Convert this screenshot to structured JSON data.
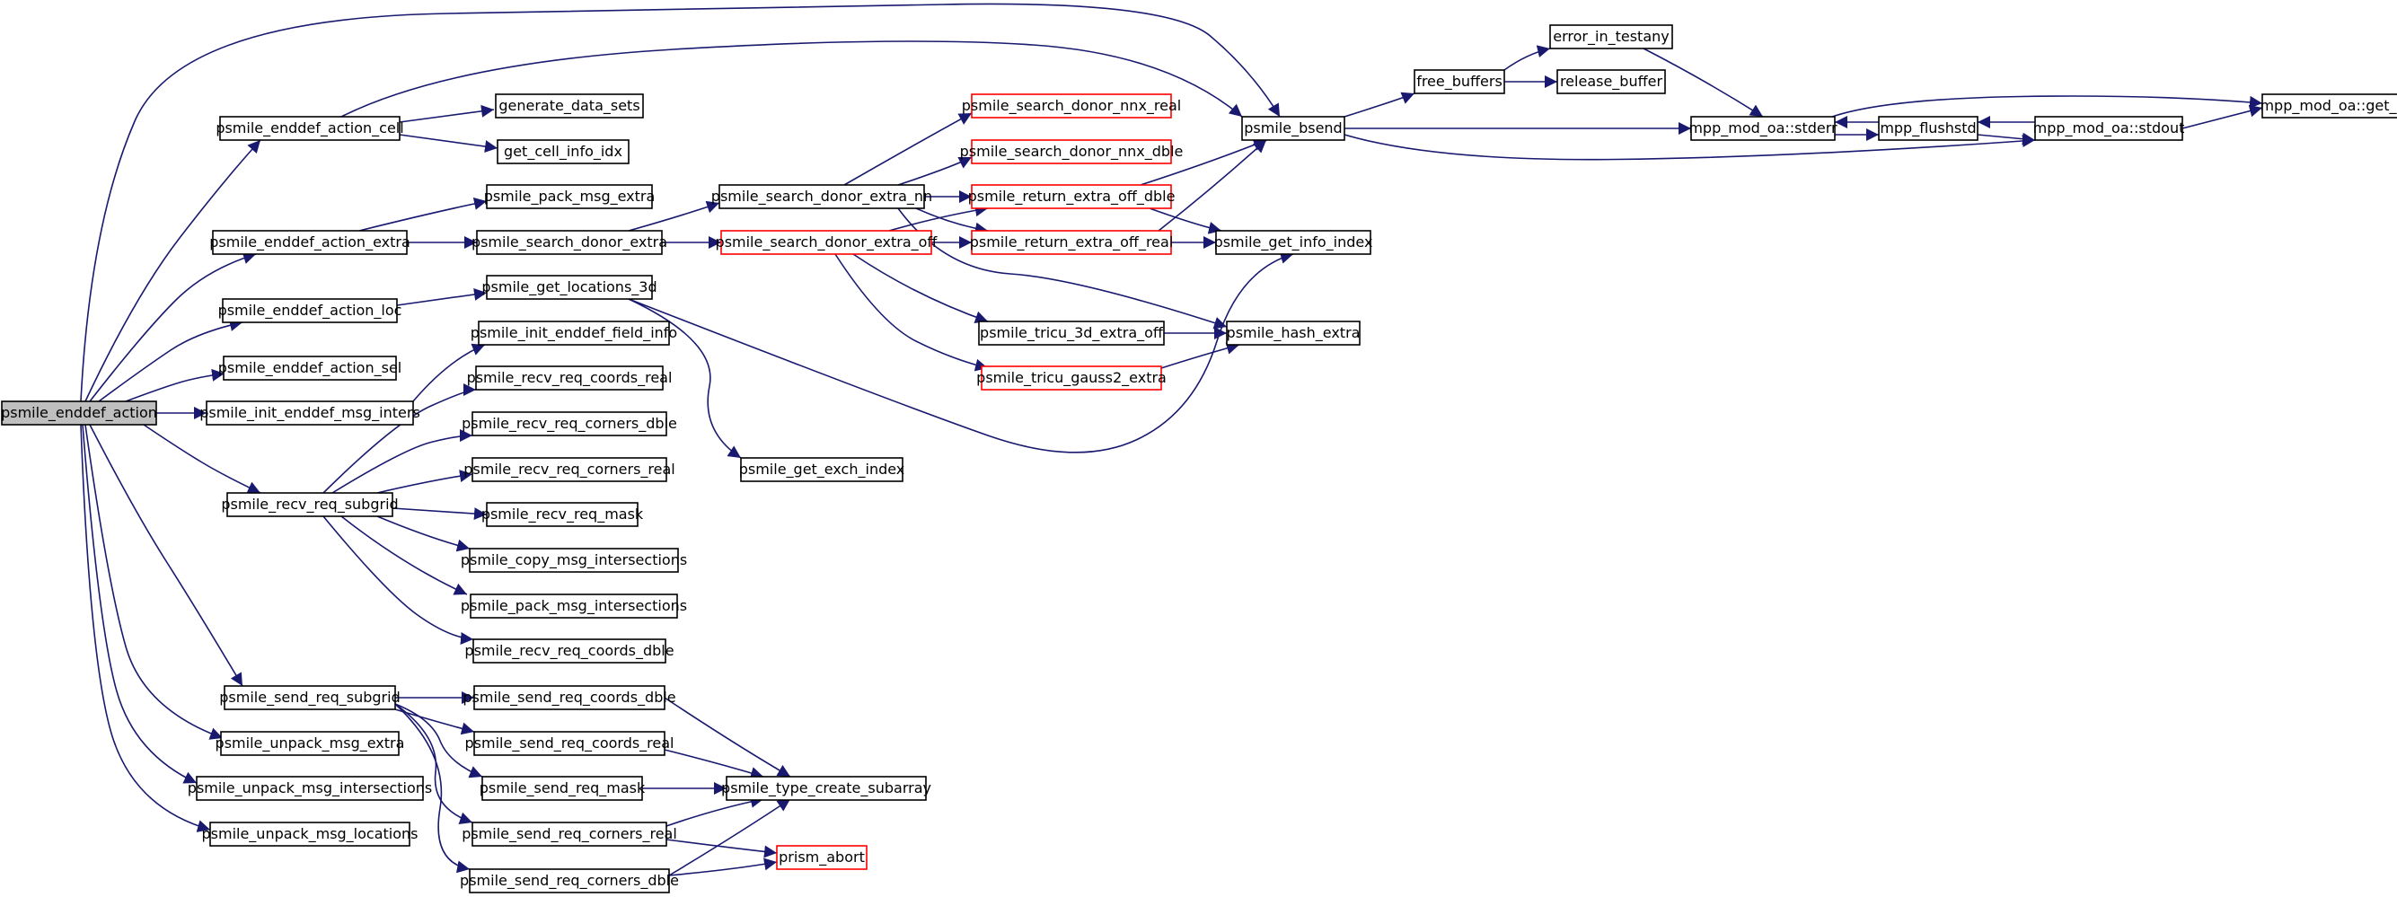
{
  "nodes": {
    "psmile_enddef_action": "psmile_enddef_action",
    "psmile_enddef_action_cell": "psmile_enddef_action_cell",
    "generate_data_sets": "generate_data_sets",
    "get_cell_info_idx": "get_cell_info_idx",
    "psmile_pack_msg_extra": "psmile_pack_msg_extra",
    "psmile_enddef_action_extra": "psmile_enddef_action_extra",
    "psmile_search_donor_extra": "psmile_search_donor_extra",
    "psmile_search_donor_extra_nn": "psmile_search_donor_extra_nn",
    "psmile_search_donor_extra_off": "psmile_search_donor_extra_off",
    "psmile_search_donor_nnx_real": "psmile_search_donor_nnx_real",
    "psmile_search_donor_nnx_dble": "psmile_search_donor_nnx_dble",
    "psmile_return_extra_off_dble": "psmile_return_extra_off_dble",
    "psmile_return_extra_off_real": "psmile_return_extra_off_real",
    "psmile_get_info_index": "psmile_get_info_index",
    "psmile_bsend": "psmile_bsend",
    "free_buffers": "free_buffers",
    "error_in_testany": "error_in_testany",
    "release_buffer": "release_buffer",
    "mpp_mod_oa_stderr": "mpp_mod_oa::stderr",
    "mpp_flushstd": "mpp_flushstd",
    "mpp_mod_oa_stdout": "mpp_mod_oa::stdout",
    "mpp_mod_oa_get_unit": "mpp_mod_oa::get_unit",
    "psmile_enddef_action_loc": "psmile_enddef_action_loc",
    "psmile_get_locations_3d": "psmile_get_locations_3d",
    "psmile_tricu_3d_extra_off": "psmile_tricu_3d_extra_off",
    "psmile_hash_extra": "psmile_hash_extra",
    "psmile_tricu_gauss2_extra": "psmile_tricu_gauss2_extra",
    "psmile_enddef_action_sel": "psmile_enddef_action_sel",
    "psmile_init_enddef_field_info": "psmile_init_enddef_field_info",
    "psmile_init_enddef_msg_inters": "psmile_init_enddef_msg_inters",
    "psmile_recv_req_coords_real": "psmile_recv_req_coords_real",
    "psmile_recv_req_corners_dble": "psmile_recv_req_corners_dble",
    "psmile_get_exch_index": "psmile_get_exch_index",
    "psmile_recv_req_corners_real": "psmile_recv_req_corners_real",
    "psmile_recv_req_subgrid": "psmile_recv_req_subgrid",
    "psmile_recv_req_mask": "psmile_recv_req_mask",
    "psmile_copy_msg_intersections": "psmile_copy_msg_intersections",
    "psmile_pack_msg_intersections": "psmile_pack_msg_intersections",
    "psmile_recv_req_coords_dble": "psmile_recv_req_coords_dble",
    "psmile_send_req_subgrid": "psmile_send_req_subgrid",
    "psmile_send_req_coords_dble": "psmile_send_req_coords_dble",
    "psmile_unpack_msg_extra": "psmile_unpack_msg_extra",
    "psmile_send_req_coords_real": "psmile_send_req_coords_real",
    "psmile_unpack_msg_intersections": "psmile_unpack_msg_intersections",
    "psmile_send_req_mask": "psmile_send_req_mask",
    "psmile_type_create_subarray": "psmile_type_create_subarray",
    "psmile_unpack_msg_locations": "psmile_unpack_msg_locations",
    "psmile_send_req_corners_real": "psmile_send_req_corners_real",
    "prism_abort": "prism_abort",
    "psmile_send_req_corners_dble": "psmile_send_req_corners_dble"
  },
  "colors": {
    "edge": "#191970",
    "node_border": "#000000",
    "node_border_red": "#ff0000",
    "root_fill": "#bfbfbf"
  }
}
